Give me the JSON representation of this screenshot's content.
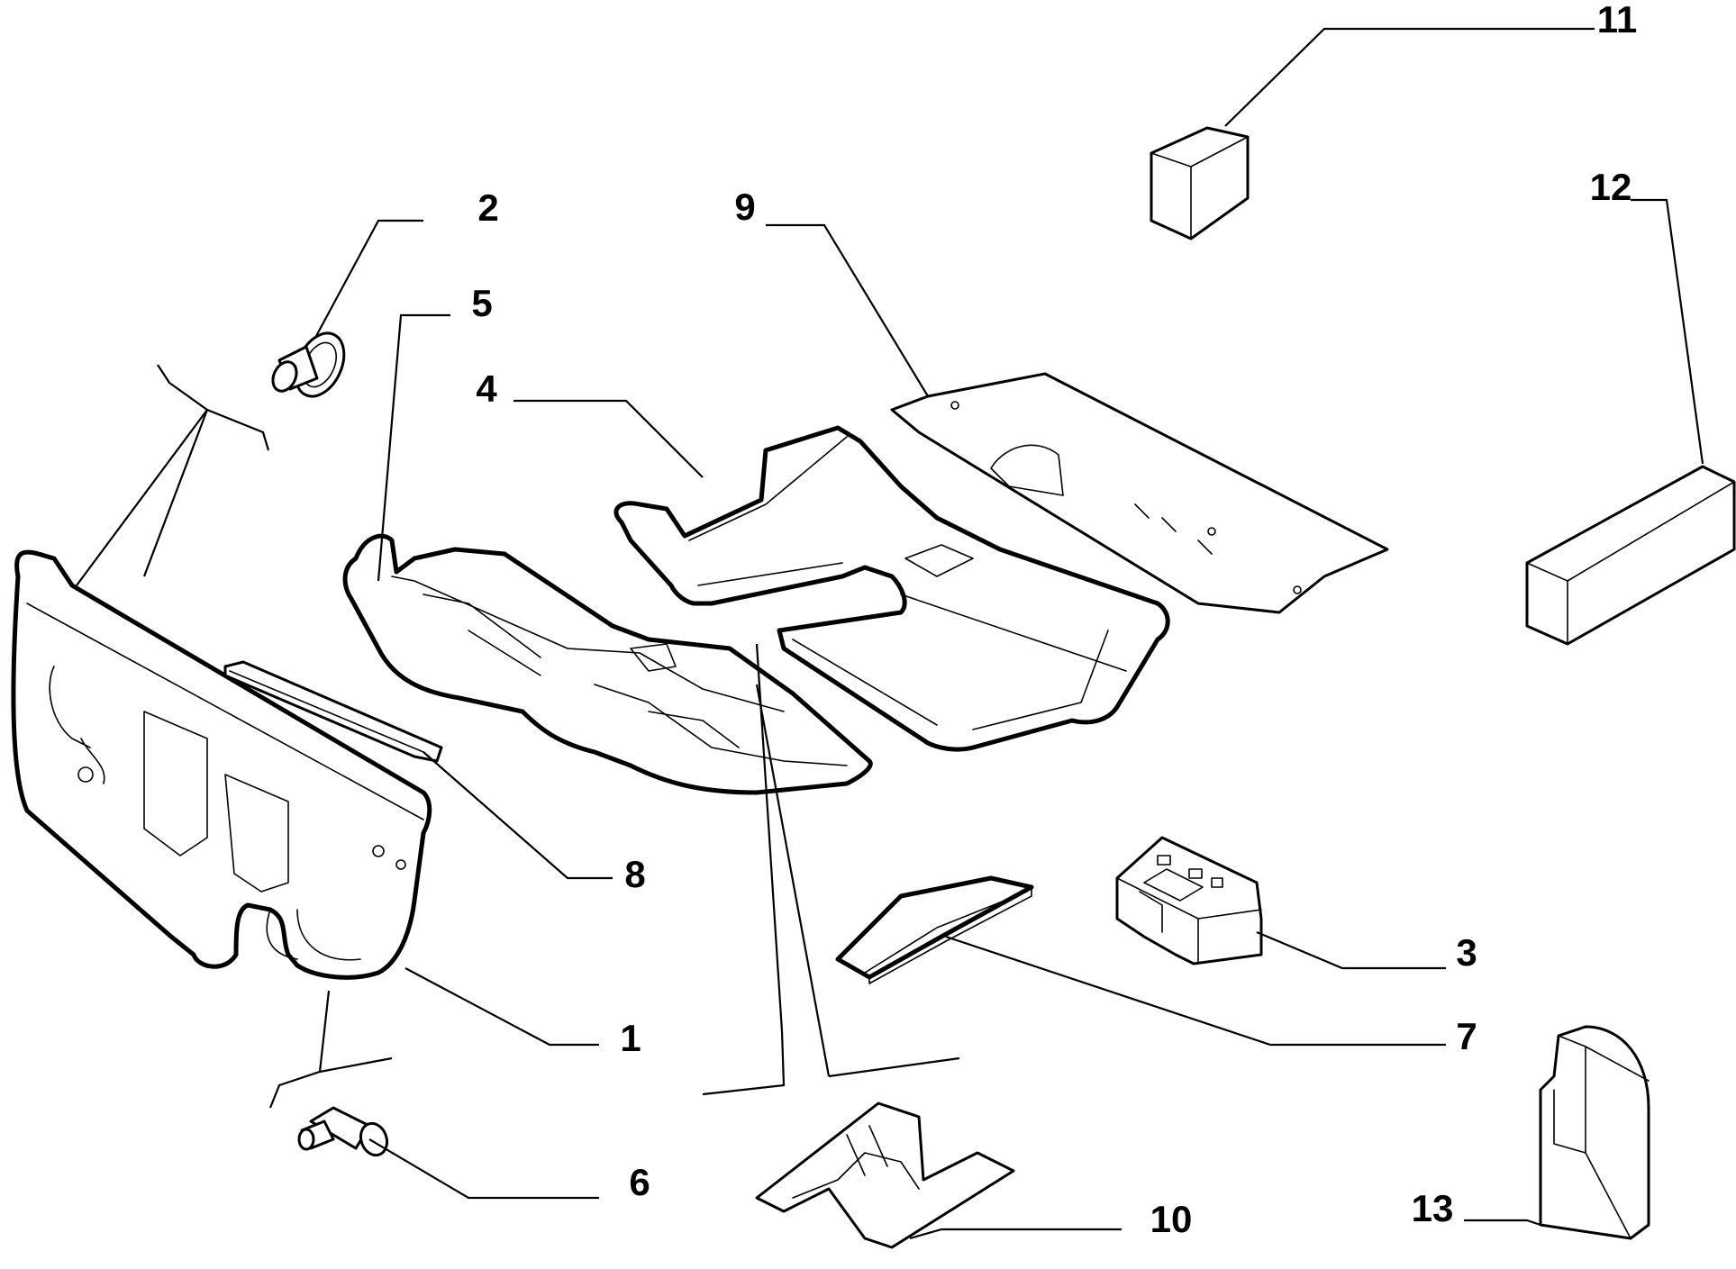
{
  "callouts": {
    "c1": "1",
    "c2": "2",
    "c3": "3",
    "c4": "4",
    "c5": "5",
    "c6": "6",
    "c7": "7",
    "c8": "8",
    "c9": "9",
    "c10": "10",
    "c11": "11",
    "c12": "12",
    "c13": "13"
  }
}
